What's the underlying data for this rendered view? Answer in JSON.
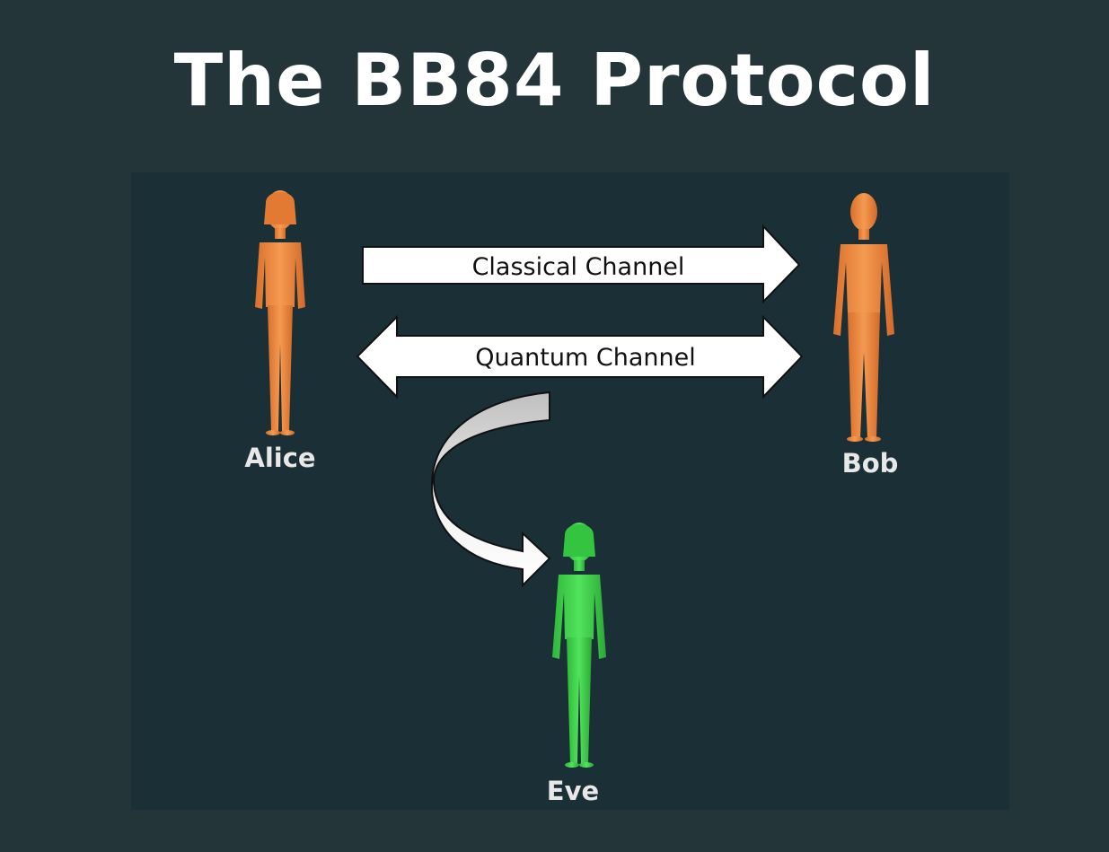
{
  "title": "The BB84 Protocol",
  "diagram": {
    "channels": {
      "classical": "Classical Channel",
      "quantum": "Quantum Channel"
    },
    "participants": {
      "alice": "Alice",
      "bob": "Bob",
      "eve": "Eve"
    }
  },
  "colors": {
    "background": "#24353a",
    "panel": "#1b3036",
    "alice_bob_figure": "#f08a3e",
    "eve_figure": "#3fd14a",
    "arrow_fill": "#ffffff",
    "arrow_stroke": "#111111"
  },
  "icons": {
    "alice": "person-female-icon",
    "bob": "person-male-icon",
    "eve": "person-female-icon"
  }
}
